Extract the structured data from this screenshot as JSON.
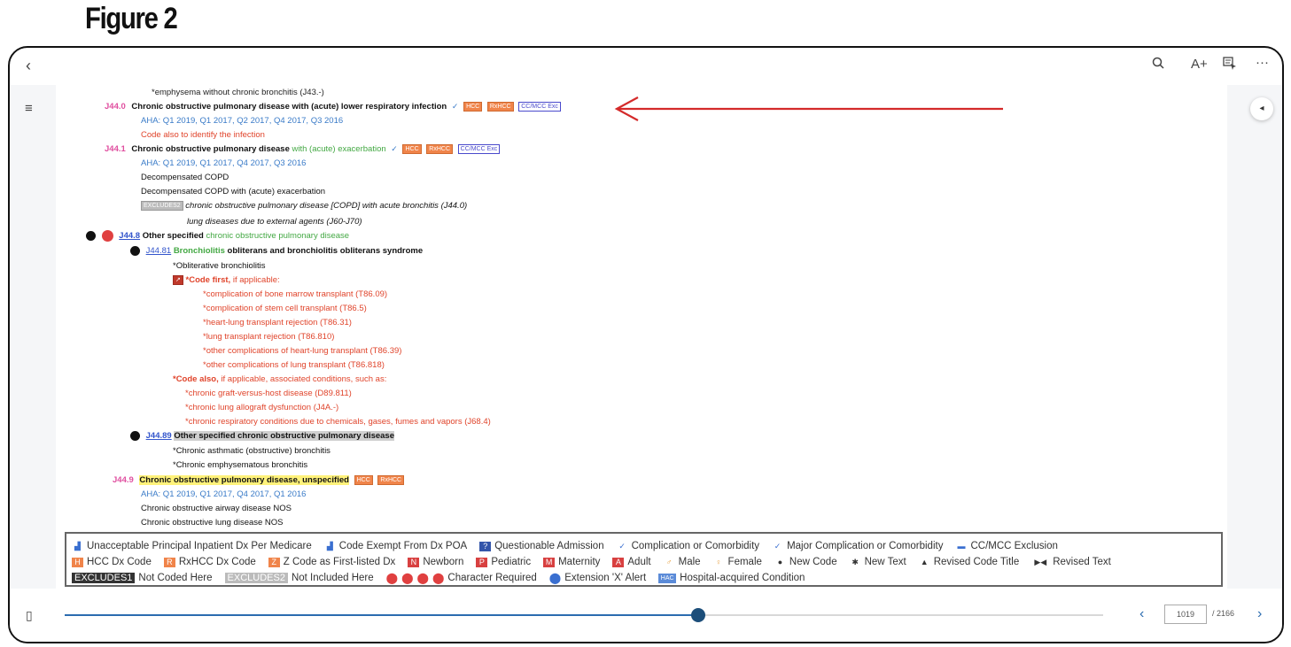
{
  "figure_title": "Figure 2",
  "toolbar": {
    "back_icon": "‹",
    "search_icon": "🔍",
    "font_icon": "A+",
    "select_icon": "⊞",
    "more_icon": "···",
    "menu_icon": "≡",
    "collapse_icon": "◂"
  },
  "content": {
    "l0": "*emphysema without chronic bronchitis (J43.-)",
    "l1_code": "J44.0",
    "l1_title": "Chronic obstructive pulmonary disease with (acute) lower respiratory infection",
    "l1_tag_a": "HCC",
    "l1_tag_b": "RxHCC",
    "l1_tag_c": "CC/MCC Exc",
    "l2": "AHA: Q1 2019, Q1 2017, Q2 2017, Q4 2017, Q3 2016",
    "l3": "Code also to identify the infection",
    "l4_code": "J44.1",
    "l4_title_a": "Chronic obstructive pulmonary disease",
    "l4_title_b": "with (acute) exacerbation",
    "l4_tag_a": "HCC",
    "l4_tag_b": "RxHCC",
    "l4_tag_c": "CC/MCC Exc",
    "l5": "AHA: Q1 2019, Q1 2017, Q4 2017, Q3 2016",
    "l6": "Decompensated COPD",
    "l7": "Decompensated COPD with (acute) exacerbation",
    "l8_tag": "EXCLUDES2",
    "l8": "chronic obstructive pulmonary disease [COPD] with acute bronchitis (J44.0)",
    "l9": "lung diseases due to external agents (J60-J70)",
    "l10_code": "J44.8",
    "l10_a": "Other specified",
    "l10_b": "chronic obstructive pulmonary disease",
    "l11_code": "J44.81",
    "l11_a": "Bronchiolitis",
    "l11_b": "obliterans and bronchiolitis obliterans syndrome",
    "l12": "*Obliterative bronchiolitis",
    "l13_a": "*Code first,",
    "l13_b": "if applicable:",
    "l14": "*complication of bone marrow transplant (T86.09)",
    "l15": "*complication of stem cell transplant (T86.5)",
    "l16": "*heart-lung transplant rejection (T86.31)",
    "l17": "*lung transplant rejection (T86.810)",
    "l18": "*other complications of heart-lung transplant (T86.39)",
    "l19": "*other complications of lung transplant (T86.818)",
    "l20_a": "*Code also,",
    "l20_b": "if applicable, associated conditions, such as:",
    "l21": "*chronic graft-versus-host disease (D89.811)",
    "l22": "*chronic lung allograft dysfunction (J4A.-)",
    "l23": "*chronic respiratory conditions due to chemicals, gases, fumes and vapors (J68.4)",
    "l24_code": "J44.89",
    "l24": "Other specified chronic obstructive pulmonary disease",
    "l25": "*Chronic asthmatic (obstructive) bronchitis",
    "l26": "*Chronic emphysematous bronchitis",
    "l27_code": "J44.9",
    "l27": "Chronic obstructive pulmonary disease, unspecified",
    "l27_tag_a": "HCC",
    "l27_tag_b": "RxHCC",
    "l28": "AHA: Q1 2019, Q1 2017, Q4 2017, Q1 2016",
    "l29": "Chronic obstructive airway disease NOS",
    "l30": "Chronic obstructive lung disease NOS"
  },
  "legend": {
    "row1": [
      "Unacceptable Principal Inpatient Dx Per Medicare",
      "Code Exempt From Dx POA",
      "Questionable Admission",
      "Complication or Comorbidity",
      "Major Complication or Comorbidity",
      "CC/MCC Exclusion"
    ],
    "row2": [
      "HCC Dx Code",
      "RxHCC Dx Code",
      "Z Code as First-listed Dx",
      "Newborn",
      "Pediatric",
      "Maternity",
      "Adult",
      "Male",
      "Female",
      "New Code",
      "New Text",
      "Revised Code Title",
      "Revised Text"
    ],
    "excludes1": "EXCLUDES1",
    "excludes1_text": "Not Coded Here",
    "excludes2": "EXCLUDES2",
    "excludes2_text": "Not Included Here",
    "char_required": "Character Required",
    "ext_alert": "Extension 'X' Alert",
    "hac": "Hospital-acquired Condition",
    "hac_icon": "HAC"
  },
  "pager": {
    "progress": 0.61,
    "page_value": "1019",
    "page_total": "/ 2166",
    "prev_icon": "‹",
    "next_icon": "›",
    "bookmark_icon": "▯"
  },
  "colors": {
    "annotation_arrow": "#d42a2a",
    "track_fill": "#2b6cb0",
    "thumb": "#1c4e7a"
  }
}
